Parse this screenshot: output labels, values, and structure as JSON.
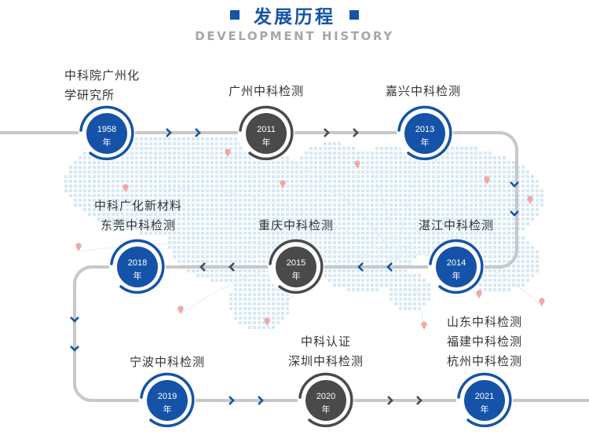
{
  "header": {
    "title": "发展历程",
    "subtitle": "DEVELOPMENT HISTORY"
  },
  "colors": {
    "brand_blue": "#1553a8",
    "dark_gray": "#4a4a4a",
    "path_gray": "#c8c8c8",
    "map_dots": "#cfe6f2",
    "pin": "#f2a7a7"
  },
  "milestones": [
    {
      "year": "1958",
      "unit": "年",
      "style": "blue",
      "label_lines": [
        "中科院广州化",
        "学研究所"
      ]
    },
    {
      "year": "2011",
      "unit": "年",
      "style": "gray",
      "label_lines": [
        "广州中科检测"
      ]
    },
    {
      "year": "2013",
      "unit": "年",
      "style": "blue",
      "label_lines": [
        "嘉兴中科检测"
      ]
    },
    {
      "year": "2014",
      "unit": "年",
      "style": "blue",
      "label_lines": [
        "湛江中科检测"
      ]
    },
    {
      "year": "2015",
      "unit": "年",
      "style": "gray",
      "label_lines": [
        "重庆中科检测"
      ]
    },
    {
      "year": "2018",
      "unit": "年",
      "style": "blue",
      "label_lines": [
        "中科广化新材料",
        "东莞中科检测"
      ]
    },
    {
      "year": "2019",
      "unit": "年",
      "style": "blue",
      "label_lines": [
        "宁波中科检测"
      ]
    },
    {
      "year": "2020",
      "unit": "年",
      "style": "gray",
      "label_lines": [
        "中科认证",
        "深圳中科检测"
      ]
    },
    {
      "year": "2021",
      "unit": "年",
      "style": "blue",
      "label_lines": [
        "山东中科检测",
        "福建中科检测",
        "杭州中科检测"
      ]
    }
  ]
}
